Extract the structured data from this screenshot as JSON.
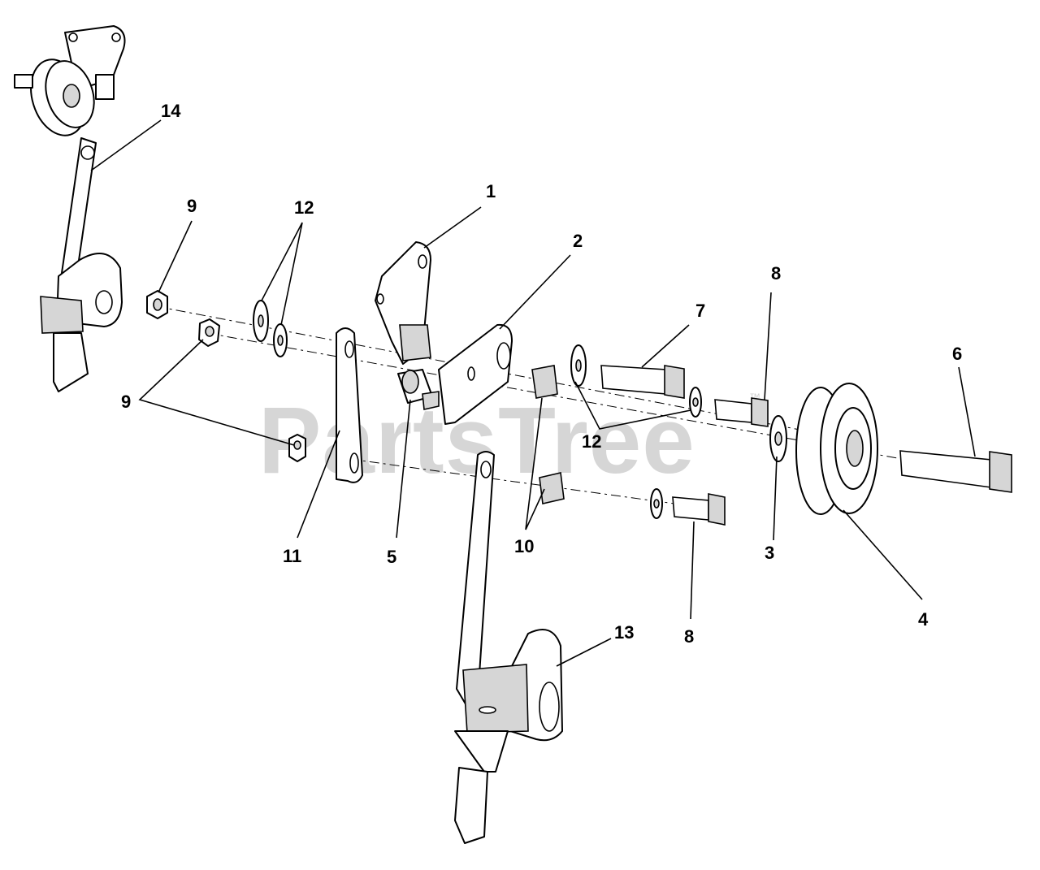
{
  "watermark": {
    "text": "PartsTree",
    "mark": "™"
  },
  "callouts": [
    {
      "id": "c1",
      "label": "1"
    },
    {
      "id": "c2",
      "label": "2"
    },
    {
      "id": "c3",
      "label": "3"
    },
    {
      "id": "c4",
      "label": "4"
    },
    {
      "id": "c5",
      "label": "5"
    },
    {
      "id": "c6",
      "label": "6"
    },
    {
      "id": "c7",
      "label": "7"
    },
    {
      "id": "c8a",
      "label": "8"
    },
    {
      "id": "c8b",
      "label": "8"
    },
    {
      "id": "c9a",
      "label": "9"
    },
    {
      "id": "c9b",
      "label": "9"
    },
    {
      "id": "c10",
      "label": "10"
    },
    {
      "id": "c11",
      "label": "11"
    },
    {
      "id": "c12a",
      "label": "12"
    },
    {
      "id": "c12b",
      "label": "12"
    },
    {
      "id": "c13",
      "label": "13"
    },
    {
      "id": "c14",
      "label": "14"
    }
  ]
}
